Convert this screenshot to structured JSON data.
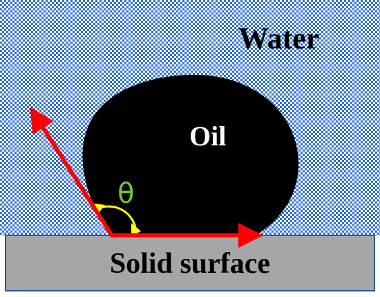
{
  "labels": {
    "water": "Water",
    "oil": "Oil",
    "solid_surface": "Solid surface",
    "angle": "θ"
  },
  "colors": {
    "water_dots": "#2f6fd6",
    "water_background": "#ffffff",
    "oil": "#000000",
    "oil_label": "#ffffff",
    "surface_fill": "#a6a6a6",
    "surface_border": "#2f5597",
    "vectors": "#ff0000",
    "angle_arc": "#ffff00",
    "angle_label": "#66cc33",
    "text": "#000000"
  }
}
